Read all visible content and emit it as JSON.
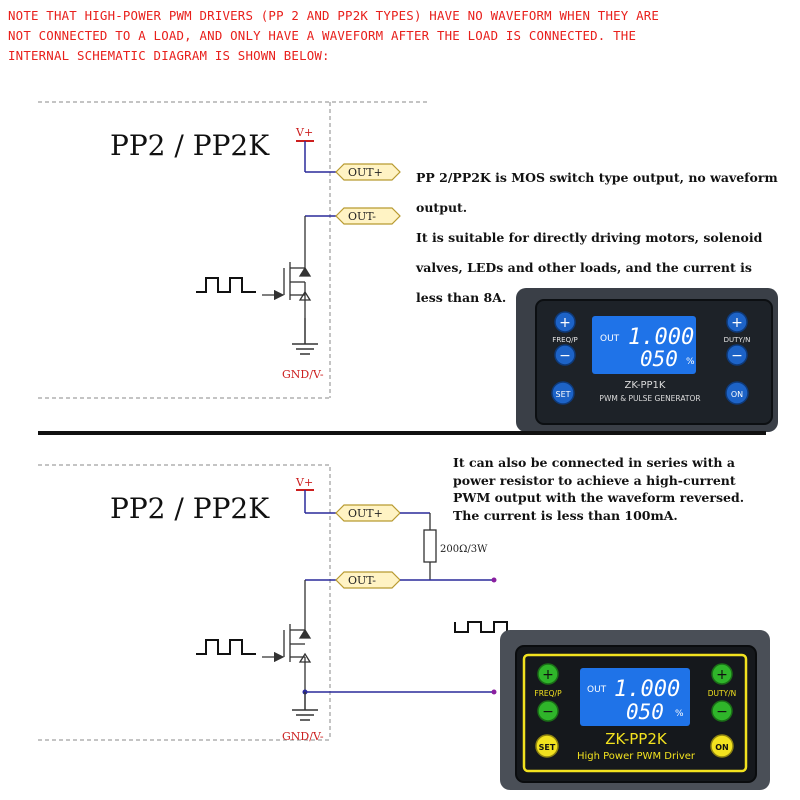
{
  "note": {
    "lines": [
      "NOTE THAT HIGH-POWER PWM DRIVERS (PP 2 AND PP2K TYPES) HAVE NO WAVEFORM WHEN THEY ARE",
      "NOT CONNECTED TO A LOAD, AND ONLY HAVE A WAVEFORM AFTER THE LOAD IS CONNECTED. THE",
      "INTERNAL SCHEMATIC DIAGRAM IS SHOWN BELOW:"
    ],
    "color": "#e8201c"
  },
  "top_panel": {
    "title": "PP2 / PP2K",
    "vplus": "V+",
    "out_plus": "OUT+",
    "out_minus": "OUT-",
    "gnd": "GND/V-",
    "description": [
      "PP 2/PP2K is MOS switch type output, no waveform",
      "output.",
      "It is suitable for directly driving motors, solenoid",
      "valves, LEDs and other loads, and the current is",
      " less than 8A."
    ],
    "device": {
      "label_out": "OUT",
      "value1": "1.000",
      "value2": "050",
      "unit": "%",
      "freq": "FREQ/P",
      "duty": "DUTY/N",
      "set": "SET",
      "on": "ON",
      "model": "ZK-PP1K",
      "subtitle": "PWM & PULSE GENERATOR",
      "plus": "+",
      "minus": "−"
    }
  },
  "bottom_panel": {
    "title": "PP2 / PP2K",
    "vplus": "V+",
    "out_plus": "OUT+",
    "out_minus": "OUT-",
    "gnd": "GND/V-",
    "resistor": "200Ω/3W",
    "description": [
      "It can also be connected in series with a",
      "power resistor to achieve a high-current",
      "PWM output with the waveform reversed.",
      "The current is less than 100mA."
    ],
    "device": {
      "label_out": "OUT",
      "value1": "1.000",
      "value2": "050",
      "unit": "%",
      "freq": "FREQ/P",
      "duty": "DUTY/N",
      "set": "SET",
      "on": "ON",
      "model": "ZK-PP2K",
      "subtitle": "High Power PWM Driver",
      "plus": "+",
      "minus": "−"
    }
  },
  "colors": {
    "wire": "#2a2a9a",
    "dashed_border": "#8a8a8a",
    "connector_fill": "#fff3c4",
    "connector_stroke": "#b89a30",
    "vplus_red": "#cc1f1f",
    "lcd_blue": "#1f73e8",
    "lcd_text": "#ffffff",
    "button_blue": "#1d63c7",
    "button_green": "#2fb52a",
    "button_yellow": "#f2e21f"
  }
}
